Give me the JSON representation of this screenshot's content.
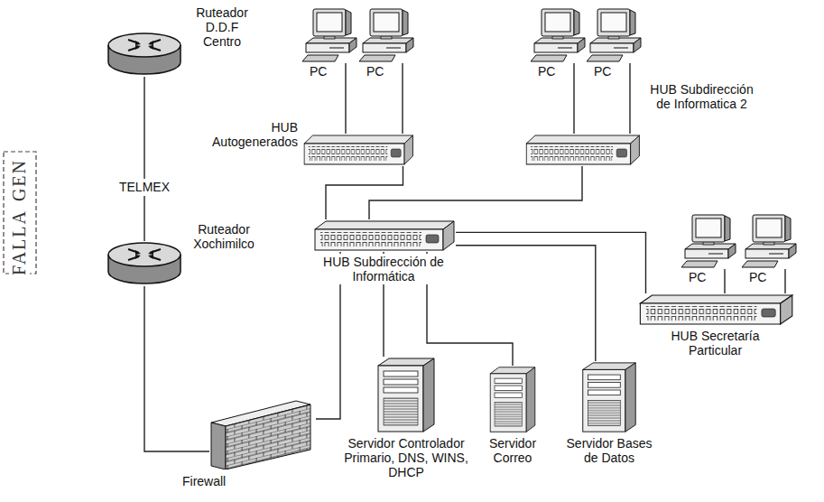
{
  "diagram": {
    "nodes": [
      {
        "text": [
          "Ruteador D.D.F Centro"
        ]
      },
      {
        "text": [
          "PC"
        ]
      },
      {
        "text": [
          "PC"
        ]
      },
      {
        "text": [
          "PC"
        ]
      },
      {
        "text": [
          "PC"
        ]
      },
      {
        "text": [
          "HUB Autogenerados"
        ]
      },
      {
        "text": [
          "HUB Subdirección de Informatica 2"
        ]
      },
      {
        "text": [
          "TELMEX"
        ]
      },
      {
        "text": [
          "HUB Subdirección de Informática"
        ]
      },
      {
        "text": [
          "PC"
        ]
      },
      {
        "text": [
          "PC"
        ]
      },
      {
        "text": [
          "Ruteador Xochimilco"
        ]
      },
      {
        "text": [
          "HUB Secretaría Particular"
        ]
      },
      {
        "text": [
          "Firewall"
        ]
      },
      {
        "text": [
          "Servidor Controlador Primario, DNS, WINS, DHCP"
        ]
      },
      {
        "text": [
          "Servidor Correo"
        ]
      },
      {
        "text": [
          "Servidor Bases de Datos"
        ]
      }
    ],
    "edges": [
      {
        "from": 0,
        "to": 7,
        "arrow": "none"
      },
      {
        "from": 7,
        "to": 11,
        "arrow": "none"
      },
      {
        "from": 11,
        "to": 13,
        "arrow": "none"
      },
      {
        "from": 13,
        "to": 8,
        "arrow": "none"
      },
      {
        "from": 1,
        "to": 5,
        "arrow": "none"
      },
      {
        "from": 2,
        "to": 5,
        "arrow": "none"
      },
      {
        "from": 3,
        "to": 6,
        "arrow": "none"
      },
      {
        "from": 4,
        "to": 6,
        "arrow": "none"
      },
      {
        "from": 5,
        "to": 8,
        "arrow": "none"
      },
      {
        "from": 6,
        "to": 8,
        "arrow": "none"
      },
      {
        "from": 8,
        "to": 14,
        "arrow": "none"
      },
      {
        "from": 8,
        "to": 15,
        "arrow": "none"
      },
      {
        "from": 8,
        "to": 16,
        "arrow": "none"
      },
      {
        "from": 8,
        "to": 12,
        "arrow": "none"
      },
      {
        "from": 9,
        "to": 12,
        "arrow": "none"
      },
      {
        "from": 10,
        "to": 12,
        "arrow": "none"
      }
    ],
    "labels": [
      "GEN",
      "FALLA"
    ]
  }
}
